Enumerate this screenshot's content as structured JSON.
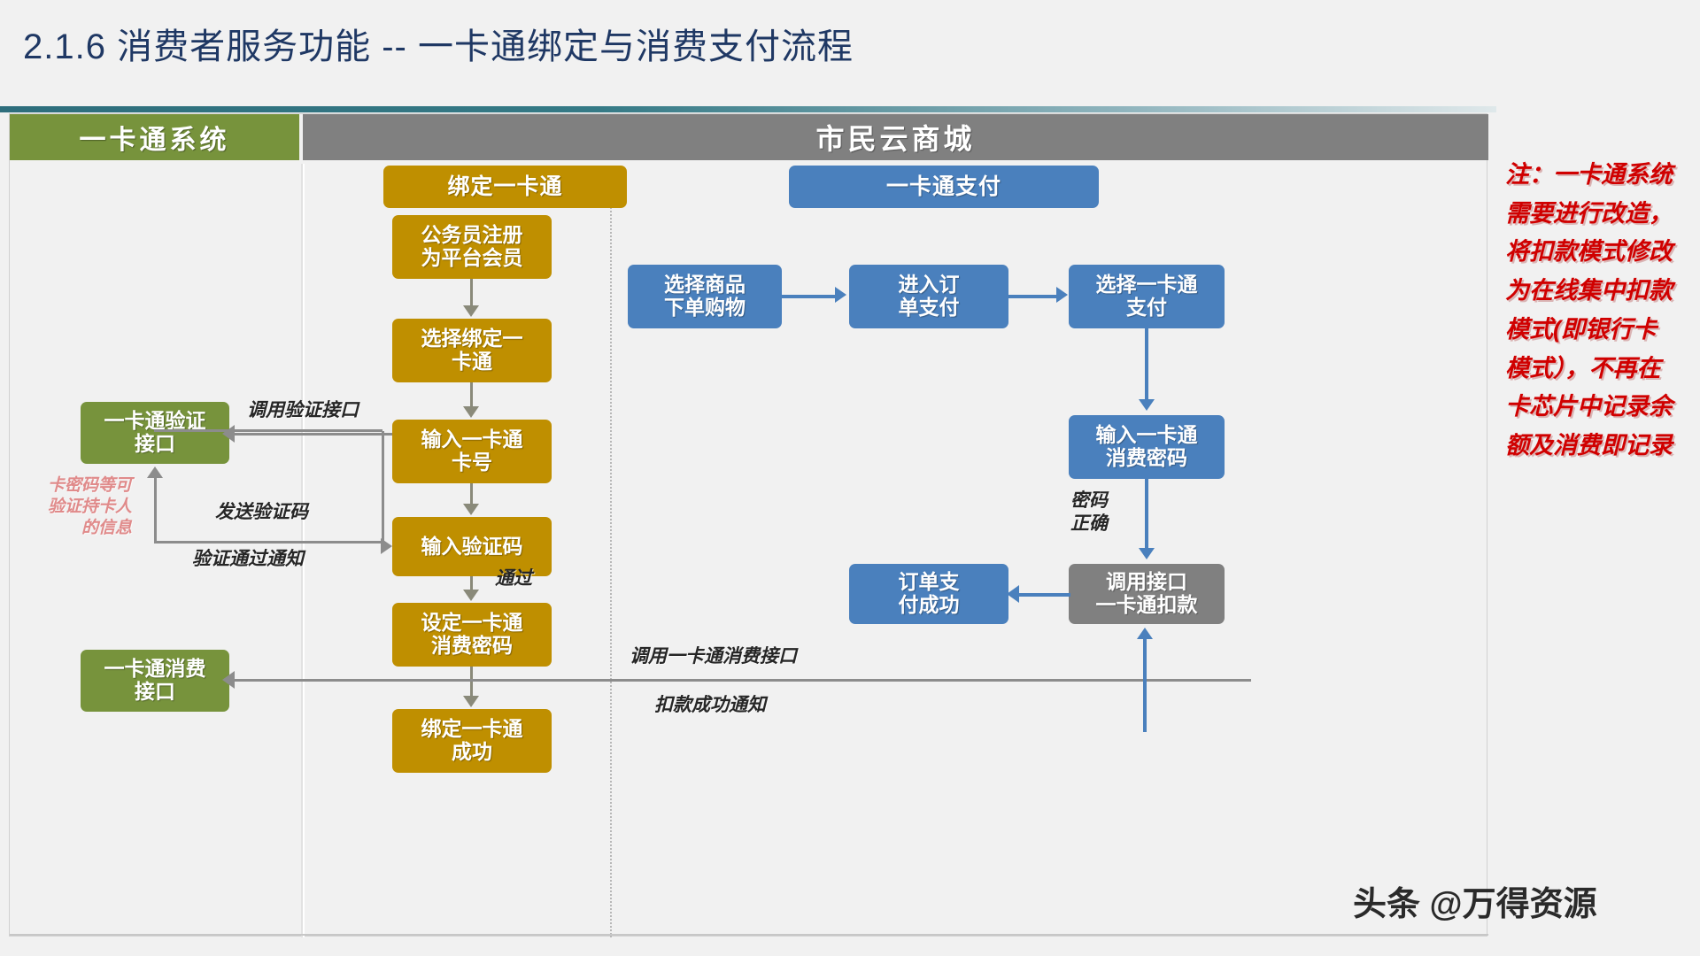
{
  "page": {
    "title": "2.1.6 消费者服务功能 -- 一卡通绑定与消费支付流程",
    "watermark": "头条 @万得资源"
  },
  "lanes": {
    "left_label": "一卡通系统",
    "right_label": "市民云商城"
  },
  "bind_flow": {
    "header": "绑定一卡通",
    "steps": [
      "公务员注册\n为平台会员",
      "选择绑定一\n卡通",
      "输入一卡通\n卡号",
      "输入验证码",
      "设定一卡通\n消费密码",
      "绑定一卡通\n成功"
    ]
  },
  "pay_flow": {
    "header": "一卡通支付",
    "steps": [
      "选择商品\n下单购物",
      "进入订\n单支付",
      "选择一卡通\n支付",
      "输入一卡通\n消费密码",
      "调用接口\n一卡通扣款",
      "订单支\n付成功"
    ]
  },
  "interfaces": {
    "verify": "一卡通验证\n接口",
    "consume": "一卡通消费\n接口"
  },
  "edge_labels": {
    "call_verify_api": "调用验证接口",
    "send_code": "发送验证码",
    "verify_pass_notice": "验证通过通知",
    "pass": "通过",
    "card_info_note": "卡密码等可\n验证持卡人\n的信息",
    "password_correct": "密码\n正确",
    "call_consume_api": "调用一卡通消费接口",
    "deduct_success_notice": "扣款成功通知"
  },
  "note": {
    "text": "注：一卡通系统需要进行改造，将扣款模式修改为在线集中扣款模式(即银行卡模式），不再在卡芯片中记录余额及消费即记录"
  },
  "colors": {
    "gold": "#bf8f00",
    "green": "#77933c",
    "blue": "#4a80bd",
    "grey": "#808080",
    "note_red": "#d00000",
    "pink": "#e08a8a",
    "title_navy": "#1f3864"
  }
}
